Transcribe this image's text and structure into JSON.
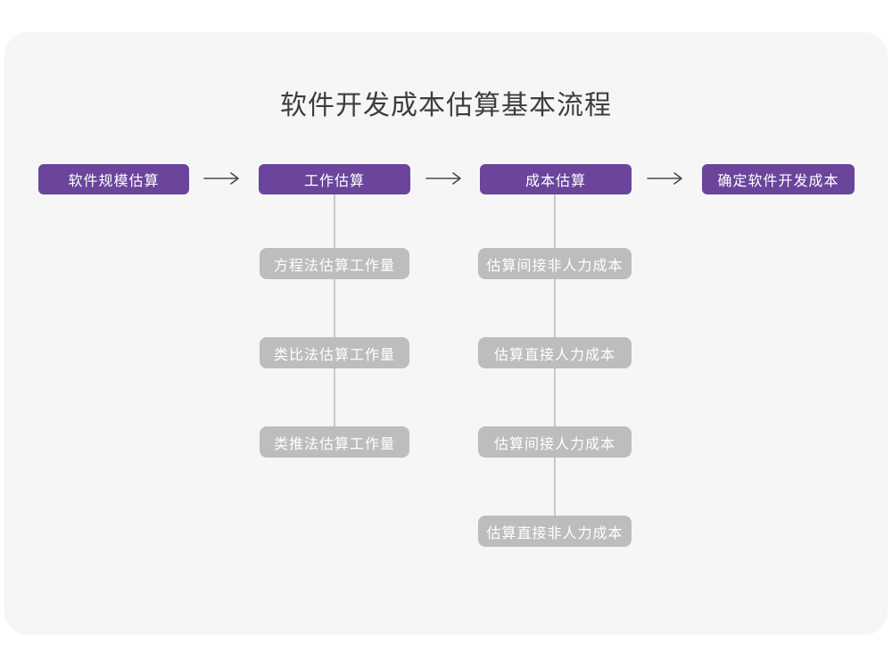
{
  "title": "软件开发成本估算基本流程",
  "flow": {
    "main_steps": [
      {
        "label": "软件规模估算"
      },
      {
        "label": "工作估算"
      },
      {
        "label": "成本估算"
      },
      {
        "label": "确定软件开发成本"
      }
    ],
    "work_substeps": [
      {
        "label": "方程法估算工作量"
      },
      {
        "label": "类比法估算工作量"
      },
      {
        "label": "类推法估算工作量"
      }
    ],
    "cost_substeps": [
      {
        "label": "估算间接非人力成本"
      },
      {
        "label": "估算直接人力成本"
      },
      {
        "label": "估算间接人力成本"
      },
      {
        "label": "估算直接非人力成本"
      }
    ]
  },
  "colors": {
    "primary_node": "#6a459b",
    "secondary_node": "#bdbdbd",
    "canvas_background": "#f6f6f7",
    "arrow": "#4a4a4a",
    "connector_line": "#c9c9c9",
    "title_text": "#3d3d3d",
    "node_text": "#ffffff"
  }
}
